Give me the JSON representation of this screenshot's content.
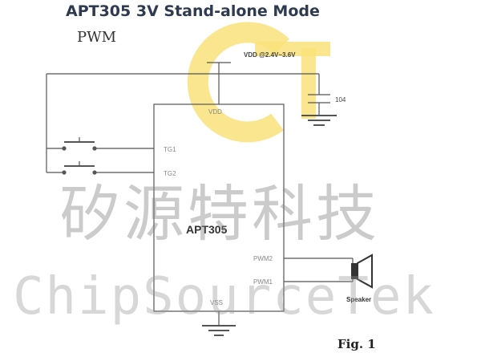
{
  "header": {
    "title": "APT305 3V Stand-alone Mode",
    "subtitle": "PWM"
  },
  "schematic": {
    "supply_label": "VDD @2.4V~3.6V",
    "capacitor_label": "104",
    "chip_name": "APT305",
    "pins": {
      "vdd": "VDD",
      "tg1": "TG1",
      "tg2": "TG2",
      "pwm2": "PWM2",
      "pwm1": "PWM1",
      "vss": "VSS"
    },
    "speaker_label": "Speaker"
  },
  "watermark": {
    "chinese": "矽源特科技",
    "english": "ChipSourceTek",
    "logo_colors": {
      "ring": "#f9e27a",
      "dark": "#e9c24a"
    }
  },
  "figure_label": "Fig. 1"
}
